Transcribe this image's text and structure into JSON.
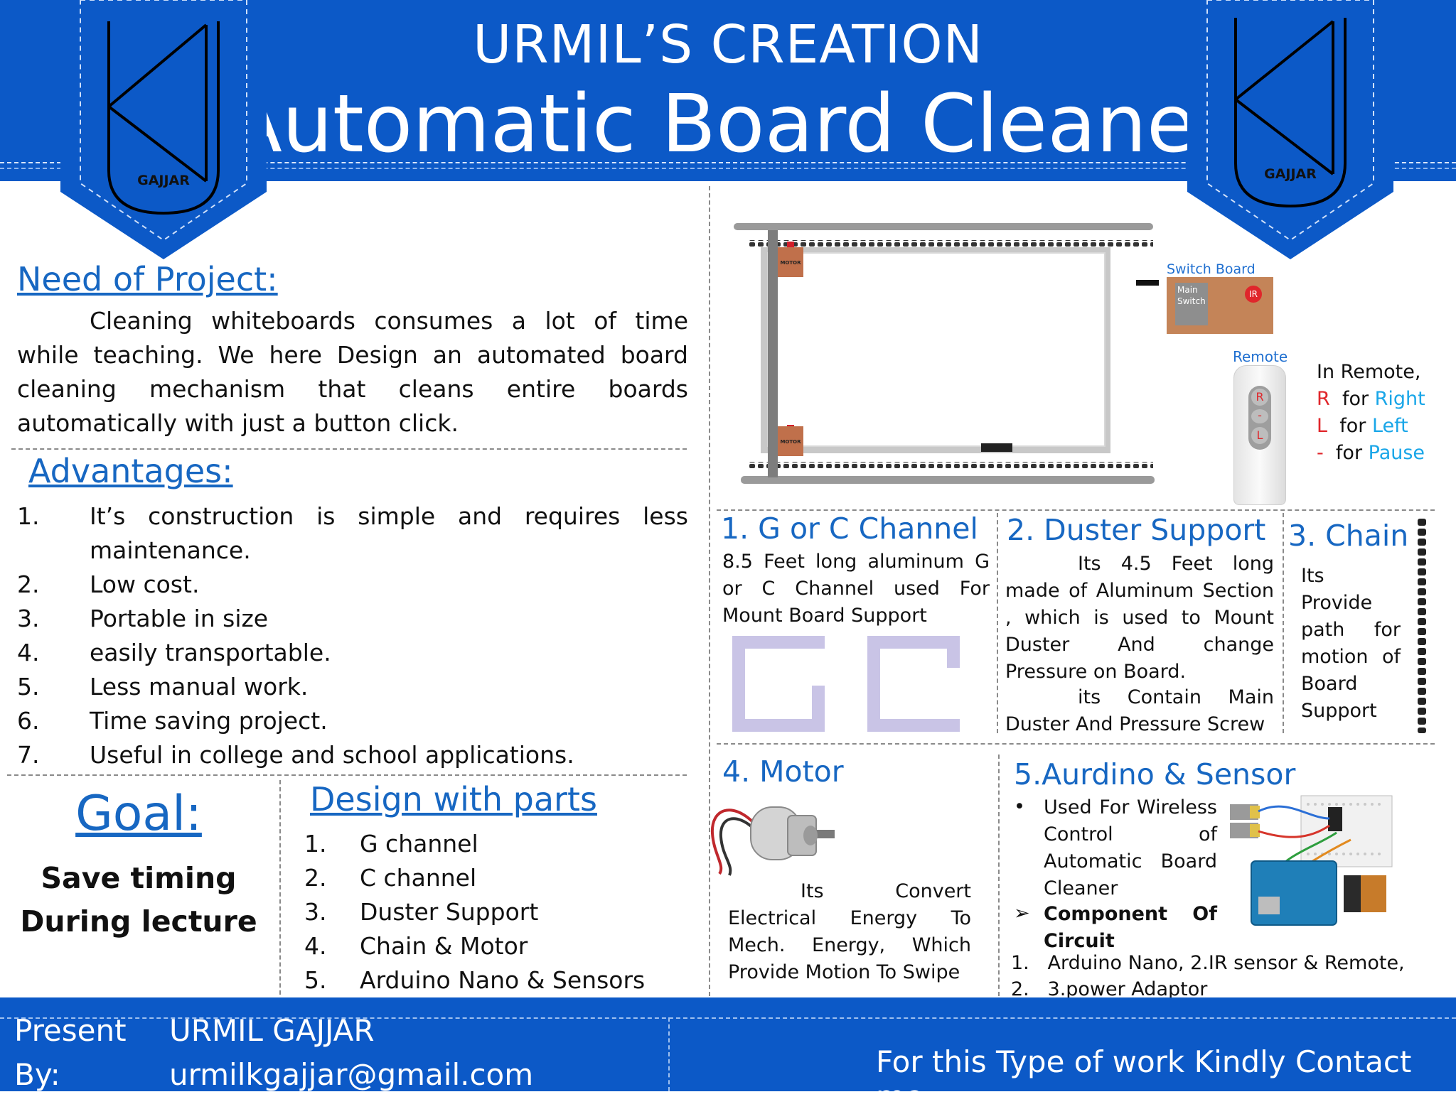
{
  "header": {
    "title_top": "URMIL’S CREATION",
    "title_main": "Automatic Board Cleaner",
    "logo_text": "GAJJAR"
  },
  "need": {
    "heading": "Need of Project:",
    "text": "Cleaning whiteboards consumes a lot of time while teaching. We here Design an automated board cleaning mechanism that cleans entire boards automatically with just a button click."
  },
  "advantages": {
    "heading": "Advantages:",
    "items": [
      {
        "num": "1.",
        "text": "It’s construction is simple and requires less maintenance."
      },
      {
        "num": "2.",
        "text": "Low cost."
      },
      {
        "num": "3.",
        "text": "Portable in size"
      },
      {
        "num": "4.",
        "text": "easily transportable."
      },
      {
        "num": "5.",
        "text": "Less manual work."
      },
      {
        "num": "6.",
        "text": "Time saving project."
      },
      {
        "num": "7.",
        "text": "Useful in college and school applications."
      }
    ]
  },
  "goal": {
    "heading": "Goal:",
    "line1": "Save timing",
    "line2": "During lecture"
  },
  "design": {
    "heading": "Design with parts",
    "items": [
      {
        "num": "1.",
        "text": "G channel"
      },
      {
        "num": "2.",
        "text": "C channel"
      },
      {
        "num": "3.",
        "text": "Duster Support"
      },
      {
        "num": "4.",
        "text": "Chain & Motor"
      },
      {
        "num": "5.",
        "text": "Arduino Nano & Sensors"
      }
    ]
  },
  "diagram": {
    "motor_label": "MOTOR",
    "switch_board_label": "Switch Board",
    "main_switch_label": "Main Switch",
    "ir_label": "IR",
    "remote_label": "Remote",
    "remote_buttons": [
      "R",
      "-",
      "L"
    ],
    "legend_title": "In Remote,",
    "legend": [
      {
        "key": "R",
        "word": "for",
        "value": "Right"
      },
      {
        "key": "L",
        "word": "for",
        "value": "Left"
      },
      {
        "key": "-",
        "word": "for",
        "value": "Pause"
      }
    ],
    "key_color": "#e0262b",
    "value_color": "#19a6e8"
  },
  "channel": {
    "heading": "1. G or C Channel",
    "text": "8.5 Feet long aluminum G or C Channel used For Mount Board Support"
  },
  "duster": {
    "heading": "2. Duster Support",
    "text1": "Its 4.5 Feet long made of Aluminum Section , which is used to Mount Duster And change Pressure on Board.",
    "text2": "its Contain Main Duster And Pressure Screw"
  },
  "chain": {
    "heading": "3. Chain",
    "text": "Its Provide path for motion of Board Support"
  },
  "motor": {
    "heading": "4. Motor",
    "text": "Its Convert Electrical Energy To Mech. Energy, Which Provide Motion To Swipe"
  },
  "arduino": {
    "heading": "5.Aurdino & Sensor",
    "bullet": "Used For Wireless Control of Automatic Board Cleaner",
    "component_heading": "Component Of Circuit",
    "items": [
      {
        "num": "1.",
        "text": "Arduino Nano, 2.IR sensor & Remote,"
      },
      {
        "num": "2.",
        "text": "3.power Adaptor"
      }
    ]
  },
  "footer": {
    "present_label_1": "Present",
    "present_label_2": "By:",
    "name": "URMIL GAJJAR",
    "email": "urmilkgajjar@gmail.com",
    "contact": "For this Type of work Kindly Contact me"
  },
  "colors": {
    "header_blue": "#0c59c7",
    "heading_blue": "#1767c2"
  }
}
